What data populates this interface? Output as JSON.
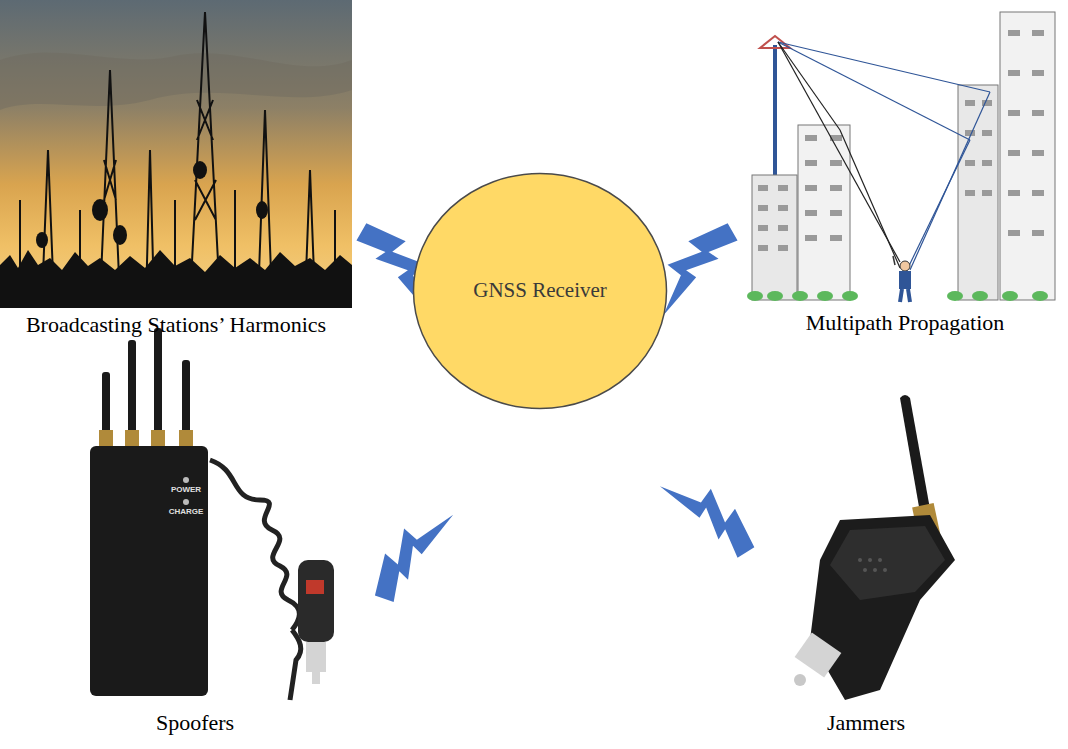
{
  "diagram": {
    "nodes": [
      {
        "text": [
          "GNSS Receiver"
        ]
      }
    ],
    "labels": [
      "Broadcasting Stations’ Harmonics",
      "Multipath Propagation",
      "Spoofers",
      "Jammers",
      "POWER",
      "CHARGE"
    ]
  }
}
